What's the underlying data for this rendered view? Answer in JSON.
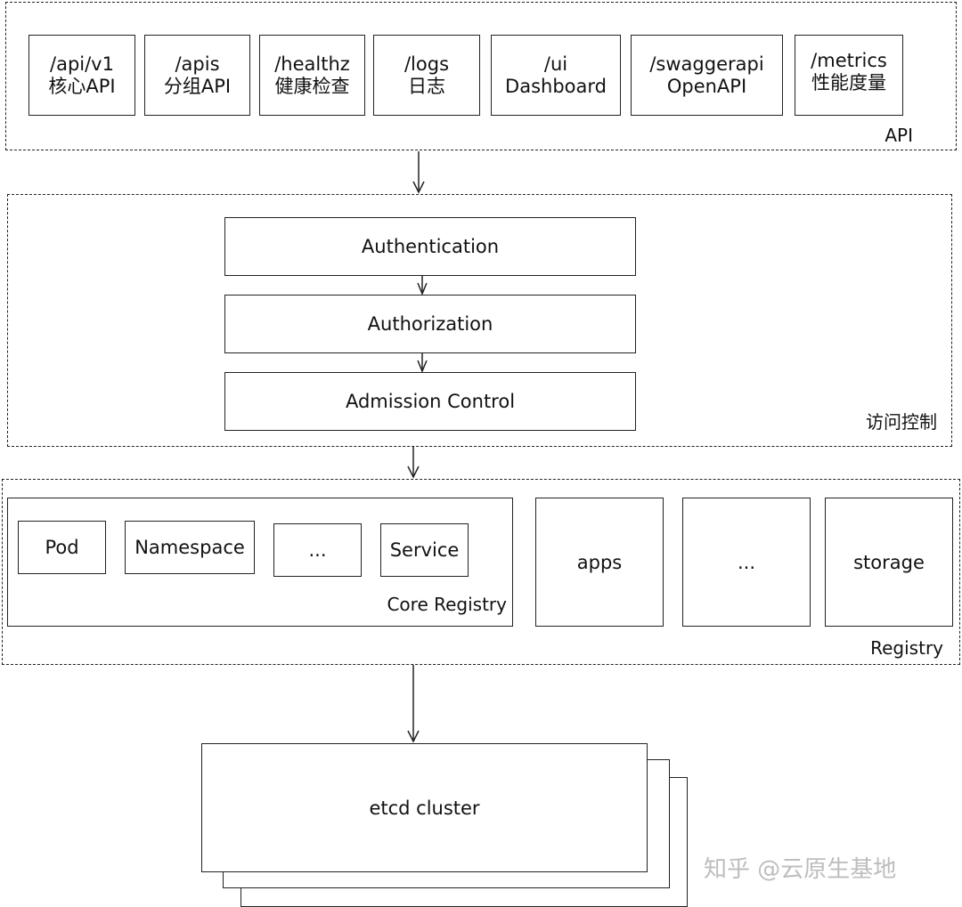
{
  "api": {
    "label": "API",
    "endpoints": [
      {
        "path": "/api/v1",
        "desc": "核心API"
      },
      {
        "path": "/apis",
        "desc": "分组API"
      },
      {
        "path": "/healthz",
        "desc": "健康检查"
      },
      {
        "path": "/logs",
        "desc": "日志"
      },
      {
        "path": "/ui",
        "desc": "Dashboard"
      },
      {
        "path": "/swaggerapi",
        "desc": "OpenAPI"
      },
      {
        "path": "/metrics",
        "desc": "性能度量"
      }
    ]
  },
  "access_control": {
    "label": "访问控制",
    "steps": [
      "Authentication",
      "Authorization",
      "Admission Control"
    ]
  },
  "registry": {
    "label": "Registry",
    "core": {
      "label": "Core Registry",
      "resources": [
        "Pod",
        "Namespace",
        "...",
        "Service"
      ]
    },
    "groups": [
      "apps",
      "...",
      "storage"
    ]
  },
  "etcd": {
    "label": "etcd cluster"
  },
  "watermark": "知乎 @云原生基地"
}
